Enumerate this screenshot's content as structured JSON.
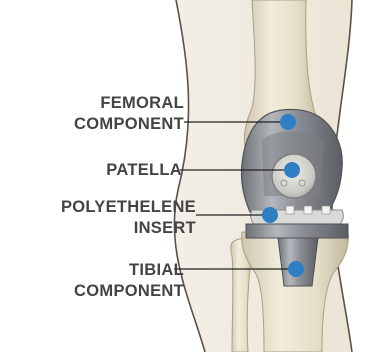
{
  "labels": {
    "femoral": [
      "FEMORAL",
      "COMPONENT"
    ],
    "patella": [
      "PATELLA"
    ],
    "insert": [
      "POLYETHELENE",
      "INSERT"
    ],
    "tibial": [
      "TIBIAL",
      "COMPONENT"
    ]
  },
  "colors": {
    "marker": "#2f7fc6",
    "bone": "#e6dfc8",
    "implant": "#8b8f95",
    "text": "#444444"
  }
}
